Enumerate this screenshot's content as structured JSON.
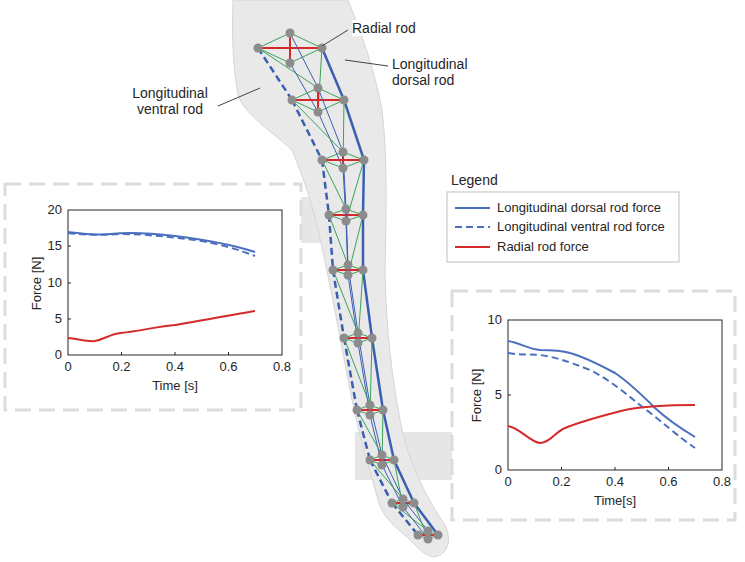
{
  "diagram": {
    "labels": [
      "Radial rod",
      "Longitudinal dorsal rod",
      "Longitudinal ventral rod",
      "Legend",
      "20",
      "15",
      "10",
      "5",
      "0",
      "0",
      "0.2",
      "0.4",
      "0.6",
      "0.8",
      "Force [N]",
      "Time [s]",
      "10",
      "5",
      "0",
      "0",
      "0.2",
      "0.4",
      "0.6",
      "0.8",
      "Force [N]",
      "Time[s]"
    ],
    "legend": [
      {
        "text": "Longitudinal dorsal rod force"
      },
      {
        "text": "Longitudinal ventral rod force"
      },
      {
        "text": "Radial rod force"
      }
    ]
  }
}
